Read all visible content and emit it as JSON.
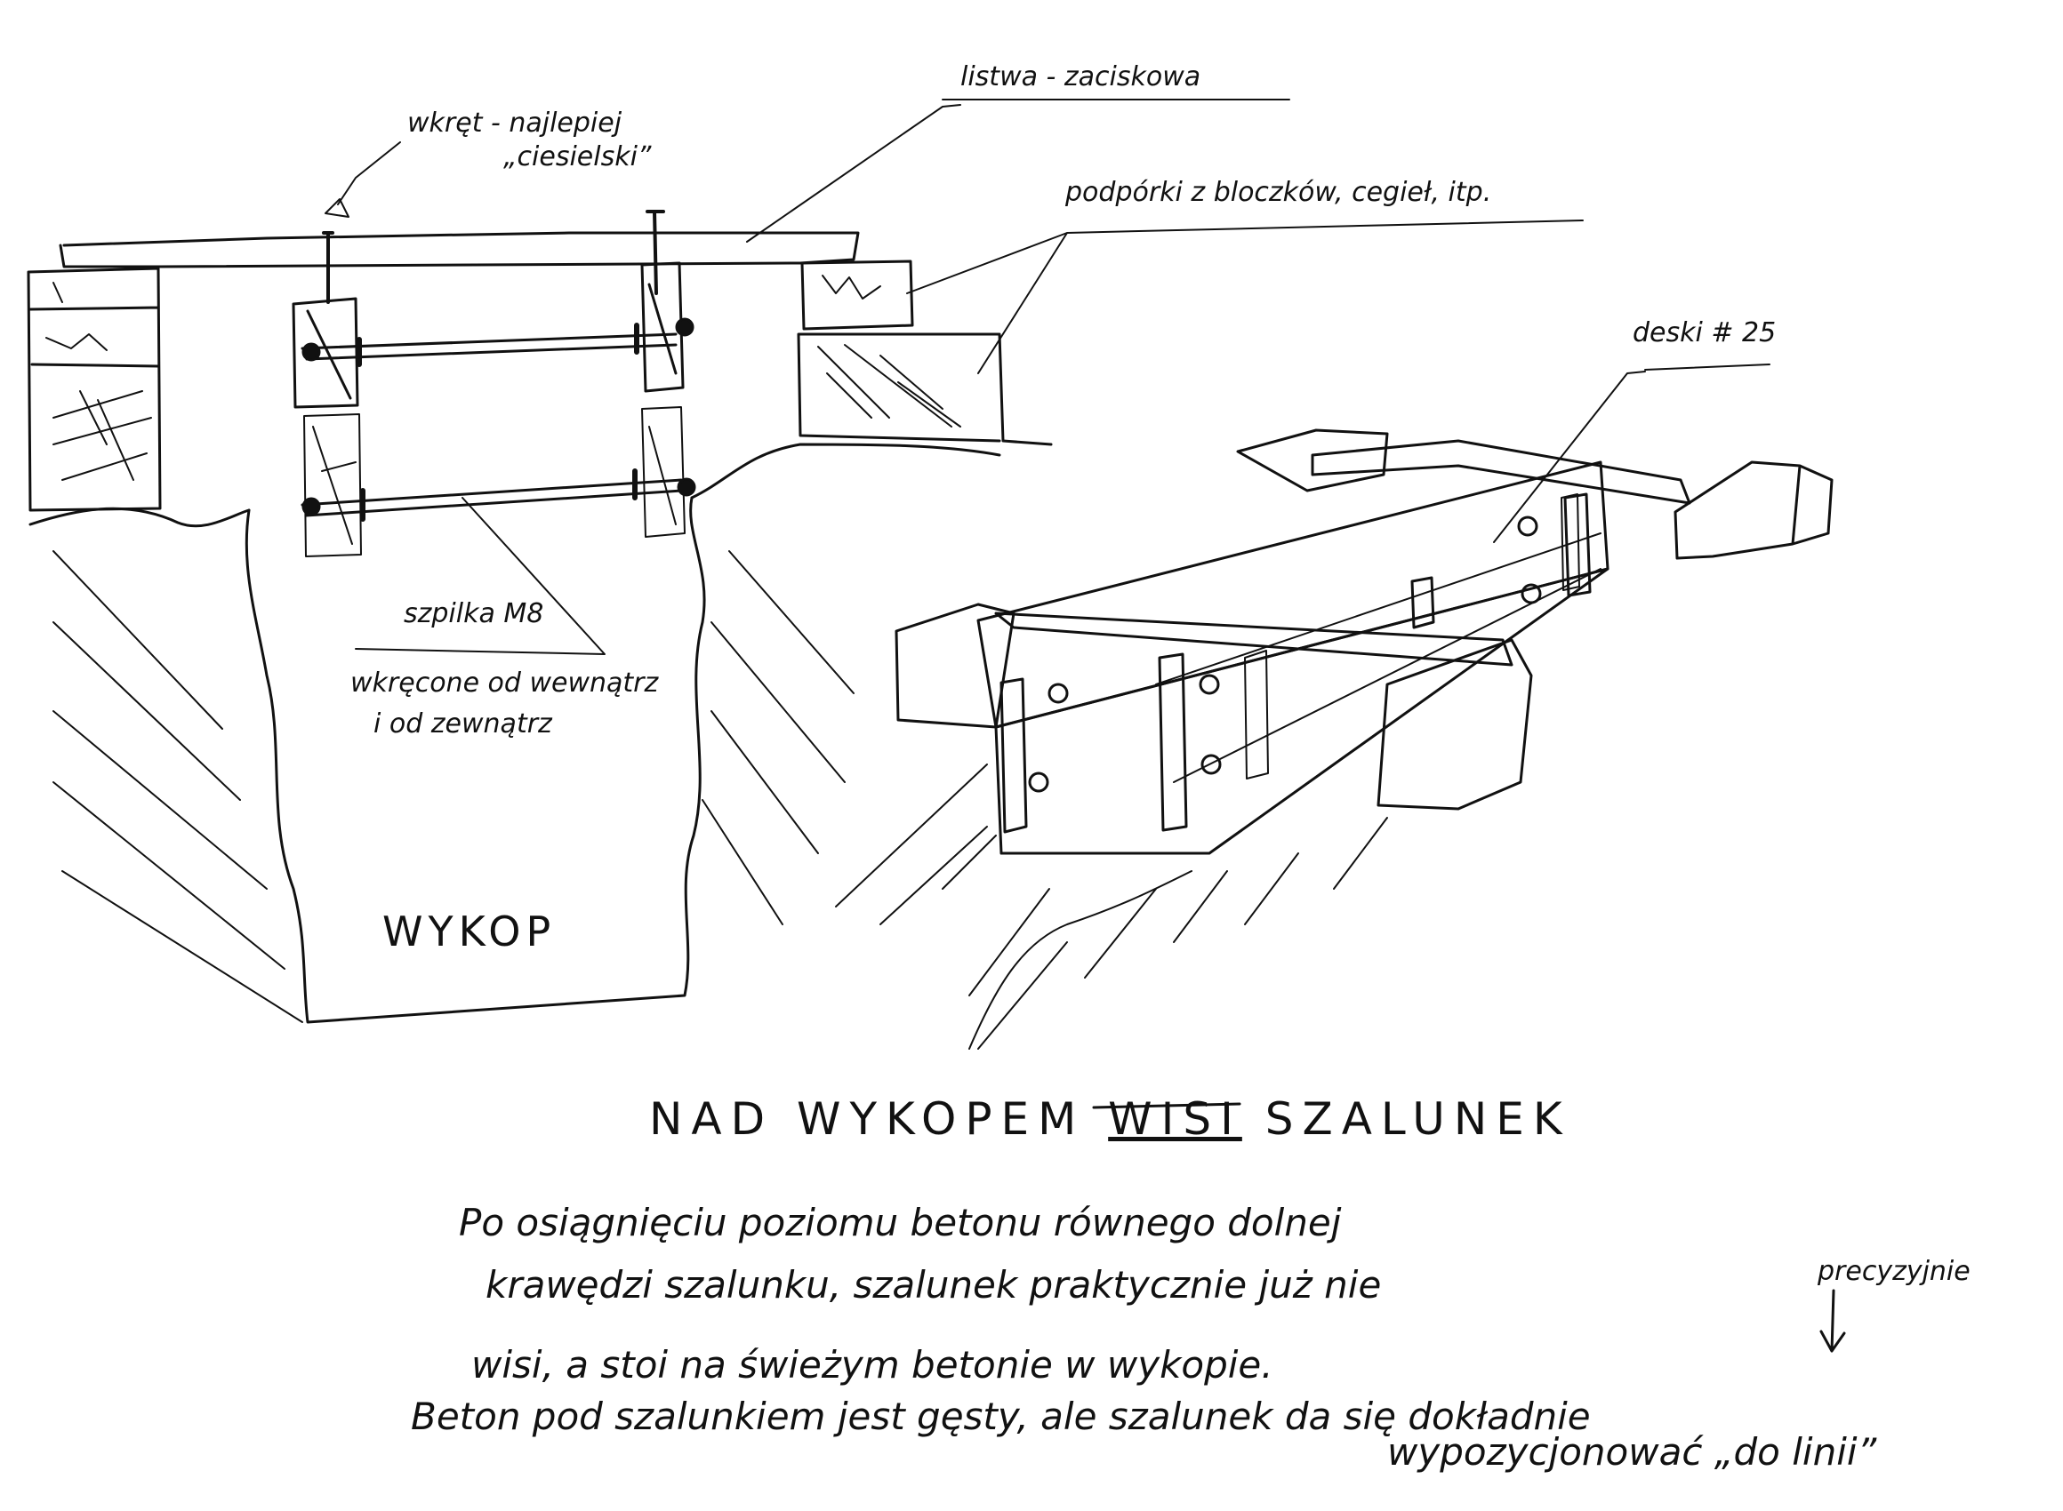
{
  "labels": {
    "screw": "wkręt - najlepiej",
    "screw_type": "„ciesielski”",
    "batten": "listwa - zaciskowa",
    "supports": "podpórki z bloczków, cegieł, itp.",
    "boards": "deski # 25",
    "rods": "szpilka M8",
    "rods_detail_1": "wkręcone od wewnątrz",
    "rods_detail_2": "i od zewnątrz",
    "trench": "WYKOP"
  },
  "notes": {
    "title": "NAD WYKOPEM WISI SZALUNEK",
    "title_prefix": "NAD WYKOPEM ",
    "title_emph": "WISI",
    "title_suffix": " SZALUNEK",
    "line1": "Po osiągnięciu poziomu betonu równego dolnej",
    "line2": "krawędzi szalunku, szalunek praktycznie już nie",
    "line3": "wisi, a stoi na świeżym betonie w wykopie.",
    "line4": "Beton pod szalunkiem jest gęsty, ale szalunek da się dokładnie",
    "line5": "wypozycjonować „do linii”",
    "insert": "precyzyjnie"
  }
}
